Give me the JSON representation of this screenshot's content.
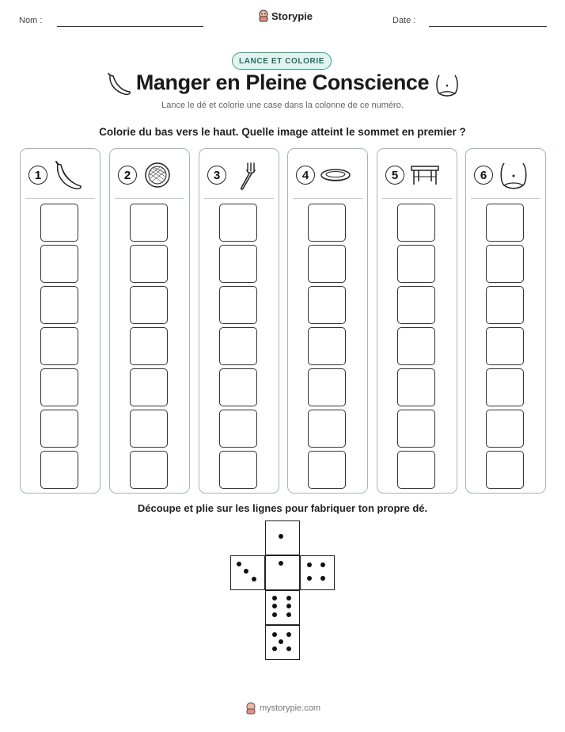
{
  "header": {
    "name_label": "Nom :",
    "date_label": "Date :",
    "brand": "Storypie"
  },
  "badge": "LANCE ET COLORIE",
  "title": "Manger en Pleine Conscience",
  "title_icons": [
    "banana-icon",
    "belly-icon"
  ],
  "subtitle": "Lance le dé et colorie une case dans la colonne de ce numéro.",
  "instruction": "Colorie du bas vers le haut. Quelle image atteint le sommet en premier ?",
  "columns": [
    {
      "number": "1",
      "icon": "banana-icon",
      "cells": 7
    },
    {
      "number": "2",
      "icon": "pie-icon",
      "cells": 7
    },
    {
      "number": "3",
      "icon": "fork-icon",
      "cells": 7
    },
    {
      "number": "4",
      "icon": "plate-icon",
      "cells": 7
    },
    {
      "number": "5",
      "icon": "table-icon",
      "cells": 7
    },
    {
      "number": "6",
      "icon": "belly-icon",
      "cells": 7
    }
  ],
  "cut_instruction": "Découpe et plie sur les lignes pour fabriquer ton propre dé.",
  "die_faces": [
    1,
    3,
    1,
    4,
    6,
    5
  ],
  "footer": "mystorypie.com"
}
